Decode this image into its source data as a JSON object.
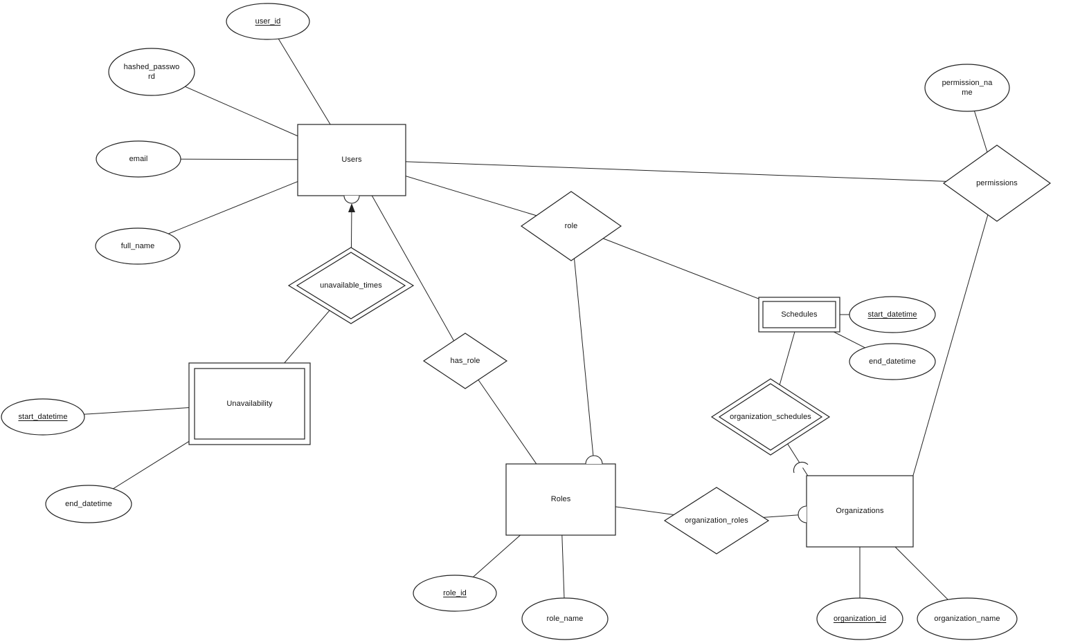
{
  "diagram": {
    "type": "entity-relationship",
    "entities": {
      "users": {
        "label": "Users",
        "weak": false
      },
      "unavailability": {
        "label": "Unavailability",
        "weak": true
      },
      "schedules": {
        "label": "Schedules",
        "weak": true
      },
      "roles": {
        "label": "Roles",
        "weak": false
      },
      "organizations": {
        "label": "Organizations",
        "weak": false
      }
    },
    "relationships": {
      "role": {
        "label": "role",
        "identifying": false
      },
      "has_role": {
        "label": "has_role",
        "identifying": false
      },
      "unavailable_times": {
        "label": "unavailable_times",
        "identifying": true
      },
      "organization_schedules": {
        "label": "organization_schedules",
        "identifying": true
      },
      "organization_roles": {
        "label": "organization_roles",
        "identifying": false
      },
      "permissions": {
        "label": "permissions",
        "identifying": false
      }
    },
    "attributes": {
      "user_id": {
        "label": "user_id",
        "key": true
      },
      "hashed_password": {
        "label": "hashed_password",
        "key": false
      },
      "email": {
        "label": "email",
        "key": false
      },
      "full_name": {
        "label": "full_name",
        "key": false
      },
      "permission_name": {
        "label": "permission_name",
        "key": false
      },
      "schedules_start_datetime": {
        "label": "start_datetime",
        "key": true
      },
      "schedules_end_datetime": {
        "label": "end_datetime",
        "key": false
      },
      "unavailability_start_datetime": {
        "label": "start_datetime",
        "key": true
      },
      "unavailability_end_datetime": {
        "label": "end_datetime",
        "key": false
      },
      "role_id": {
        "label": "role_id",
        "key": true
      },
      "role_name": {
        "label": "role_name",
        "key": false
      },
      "organization_id": {
        "label": "organization_id",
        "key": true
      },
      "organization_name": {
        "label": "organization_name",
        "key": false
      }
    },
    "connections": [
      {
        "from": "user_id",
        "to": "Users"
      },
      {
        "from": "hashed_password",
        "to": "Users"
      },
      {
        "from": "email",
        "to": "Users"
      },
      {
        "from": "full_name",
        "to": "Users"
      },
      {
        "from": "Users",
        "to": "role"
      },
      {
        "from": "role",
        "to": "Schedules"
      },
      {
        "from": "role",
        "to": "Roles"
      },
      {
        "from": "Users",
        "to": "has_role"
      },
      {
        "from": "has_role",
        "to": "Roles"
      },
      {
        "from": "Users",
        "to": "unavailable_times"
      },
      {
        "from": "unavailable_times",
        "to": "Unavailability"
      },
      {
        "from": "start_datetime",
        "to": "Unavailability"
      },
      {
        "from": "end_datetime",
        "to": "Unavailability"
      },
      {
        "from": "start_datetime",
        "to": "Schedules"
      },
      {
        "from": "end_datetime",
        "to": "Schedules"
      },
      {
        "from": "Schedules",
        "to": "organization_schedules"
      },
      {
        "from": "organization_schedules",
        "to": "Organizations"
      },
      {
        "from": "Roles",
        "to": "organization_roles"
      },
      {
        "from": "organization_roles",
        "to": "Organizations"
      },
      {
        "from": "role_id",
        "to": "Roles"
      },
      {
        "from": "role_name",
        "to": "Roles"
      },
      {
        "from": "organization_id",
        "to": "Organizations"
      },
      {
        "from": "organization_name",
        "to": "Organizations"
      },
      {
        "from": "Users",
        "to": "permissions"
      },
      {
        "from": "permission_name",
        "to": "permissions"
      },
      {
        "from": "permissions",
        "to": "Organizations"
      }
    ]
  }
}
